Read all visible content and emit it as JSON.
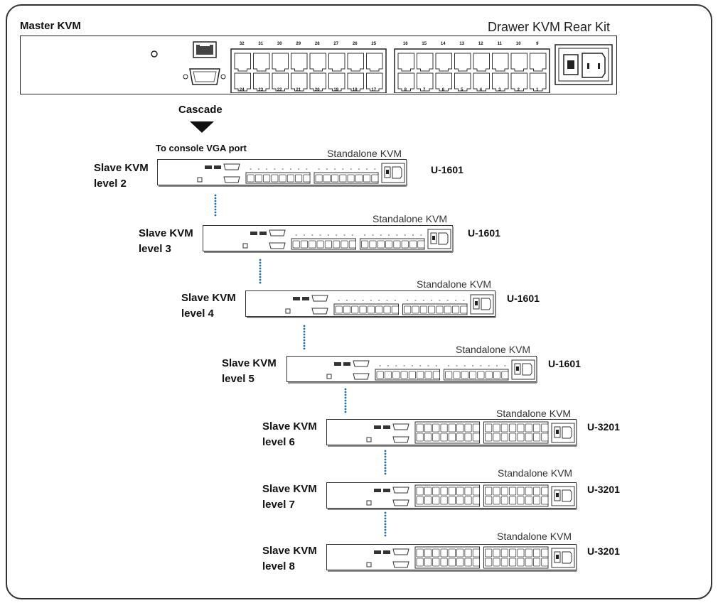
{
  "diagram": {
    "master": {
      "label": "Master KVM",
      "title": "Drawer KVM Rear Kit",
      "top_row_ports": [
        "32",
        "31",
        "30",
        "29",
        "28",
        "27",
        "26",
        "25",
        "16",
        "15",
        "14",
        "13",
        "12",
        "11",
        "10",
        "9"
      ],
      "bottom_row_ports": [
        "24",
        "23",
        "22",
        "21",
        "20",
        "19",
        "18",
        "17",
        "8",
        "7",
        "6",
        "5",
        "4",
        "3",
        "2",
        "1"
      ]
    },
    "cascade": {
      "label": "Cascade",
      "console_label": "To console VGA port"
    },
    "slaves": [
      {
        "name": "Slave KVM",
        "level": "level 2",
        "type": "Standalone KVM",
        "model": "U-1601"
      },
      {
        "name": "Slave KVM",
        "level": "level 3",
        "type": "Standalone KVM",
        "model": "U-1601"
      },
      {
        "name": "Slave KVM",
        "level": "level 4",
        "type": "Standalone KVM",
        "model": "U-1601"
      },
      {
        "name": "Slave KVM",
        "level": "level 5",
        "type": "Standalone KVM",
        "model": "U-1601"
      },
      {
        "name": "Slave KVM",
        "level": "level 6",
        "type": "Standalone KVM",
        "model": "U-3201"
      },
      {
        "name": "Slave KVM",
        "level": "level 7",
        "type": "Standalone KVM",
        "model": "U-3201"
      },
      {
        "name": "Slave KVM",
        "level": "level 8",
        "type": "Standalone KVM",
        "model": "U-3201"
      }
    ],
    "colors": {
      "chain_dots": "#1f6fb5",
      "outline": "#222222"
    }
  }
}
